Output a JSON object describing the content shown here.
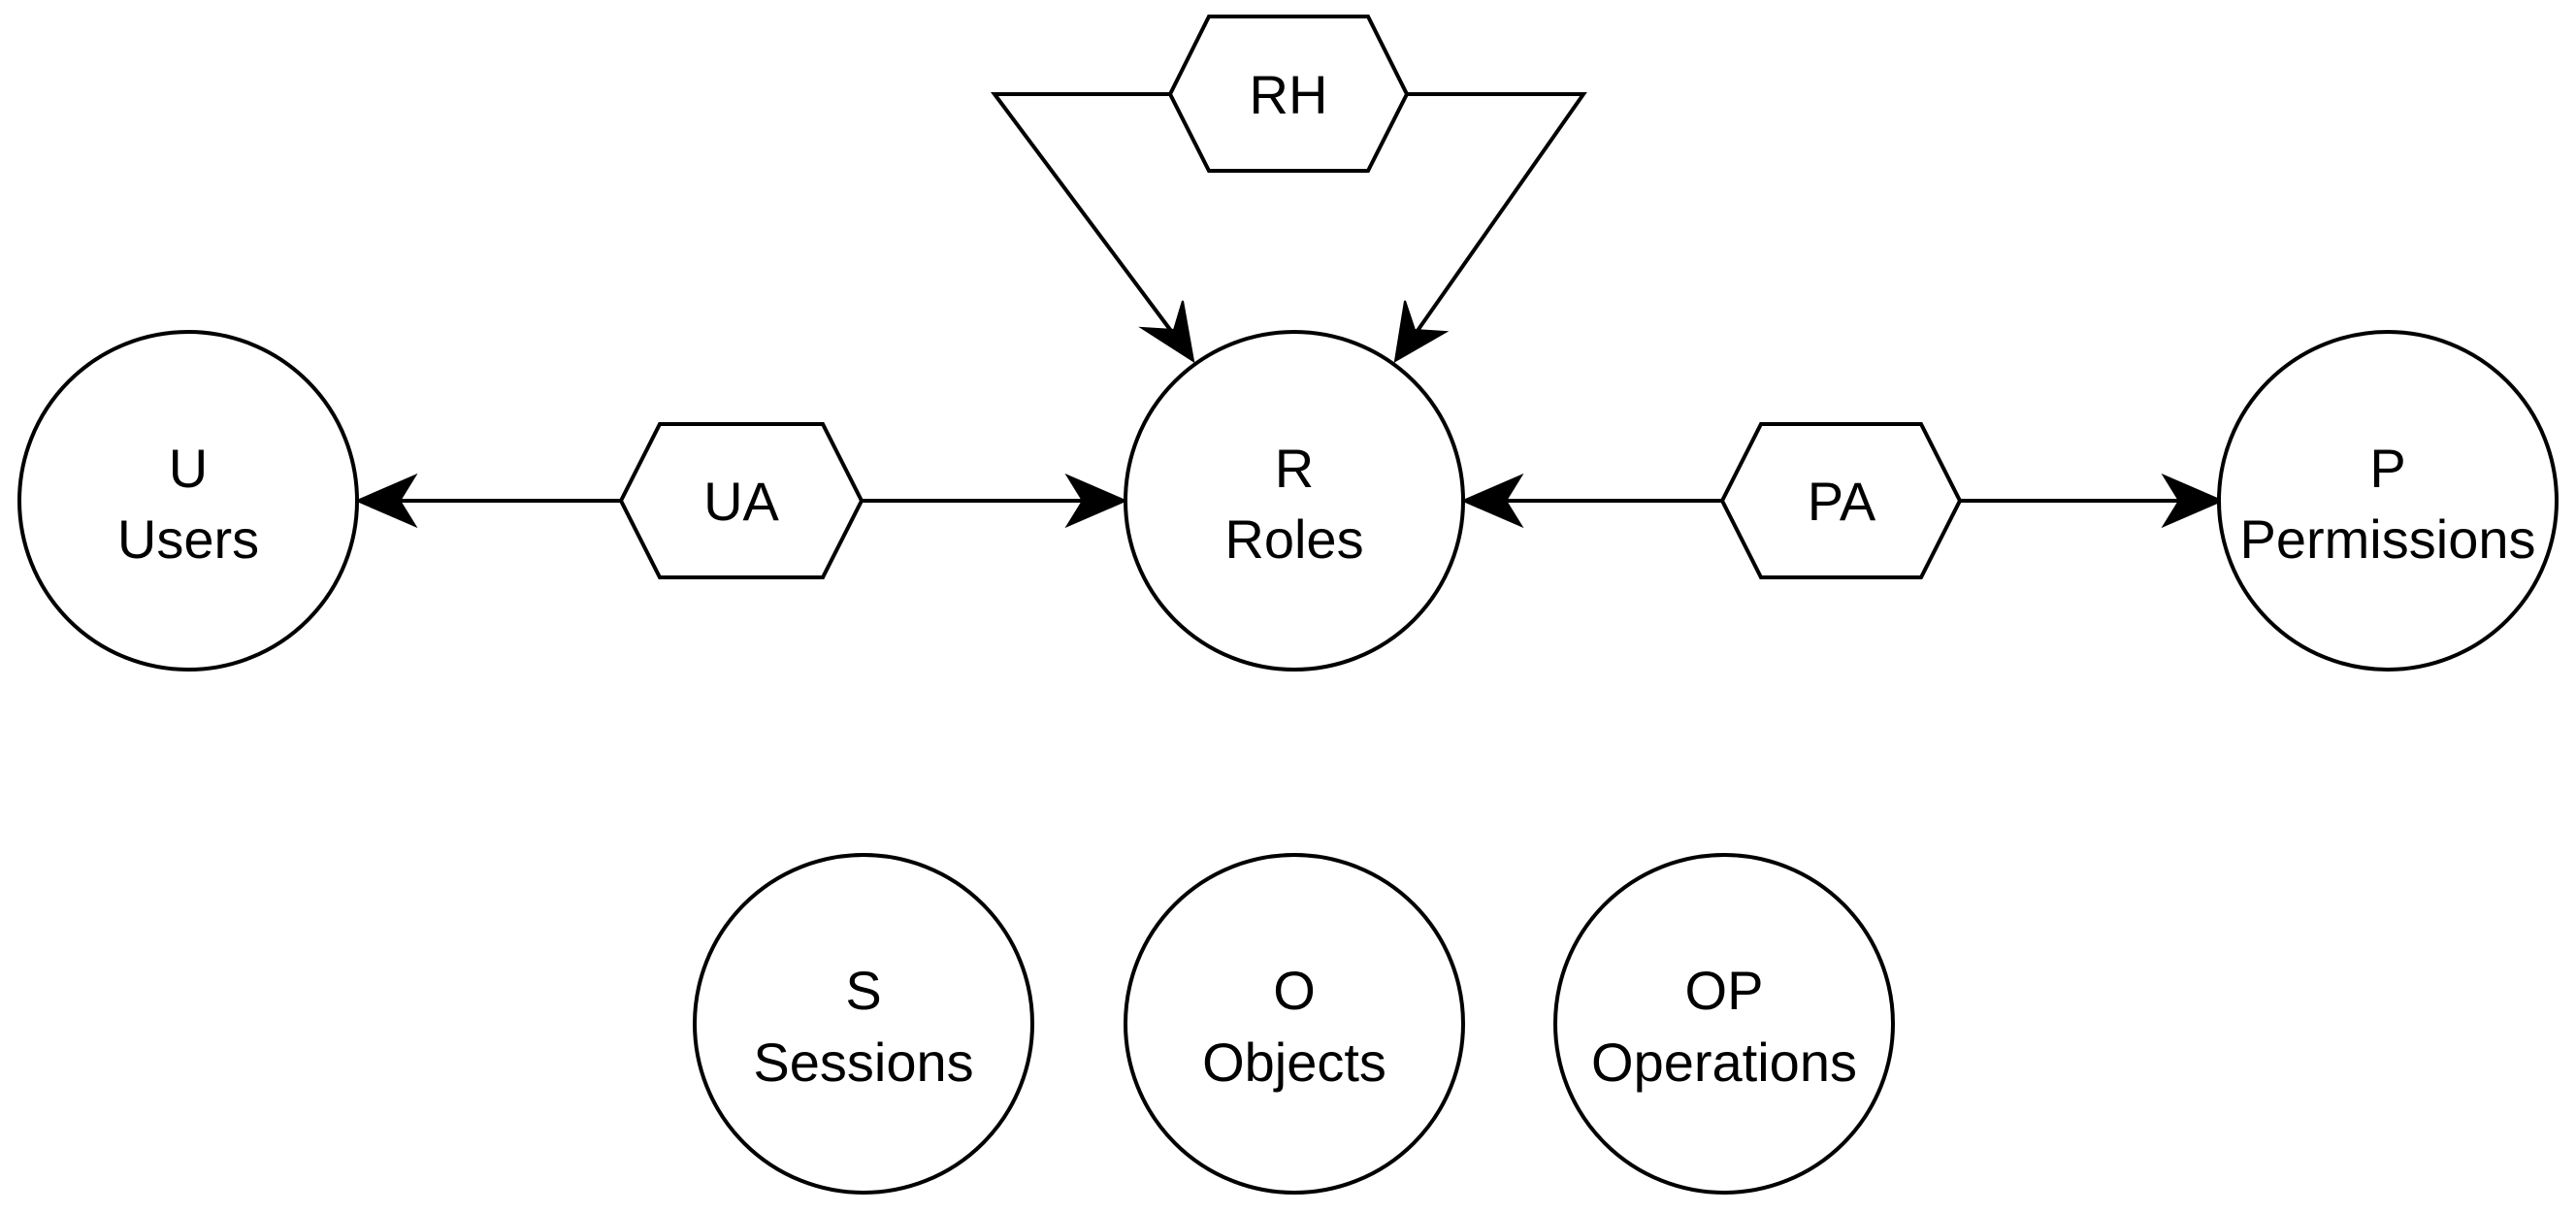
{
  "diagram": {
    "nodes": {
      "users": {
        "abbr": "U",
        "name": "Users"
      },
      "roles": {
        "abbr": "R",
        "name": "Roles"
      },
      "permissions": {
        "abbr": "P",
        "name": "Permissions"
      },
      "sessions": {
        "abbr": "S",
        "name": "Sessions"
      },
      "objects": {
        "abbr": "O",
        "name": "Objects"
      },
      "operations": {
        "abbr": "OP",
        "name": "Operations"
      }
    },
    "relations": {
      "ua": {
        "label": "UA"
      },
      "pa": {
        "label": "PA"
      },
      "rh": {
        "label": "RH"
      }
    }
  }
}
